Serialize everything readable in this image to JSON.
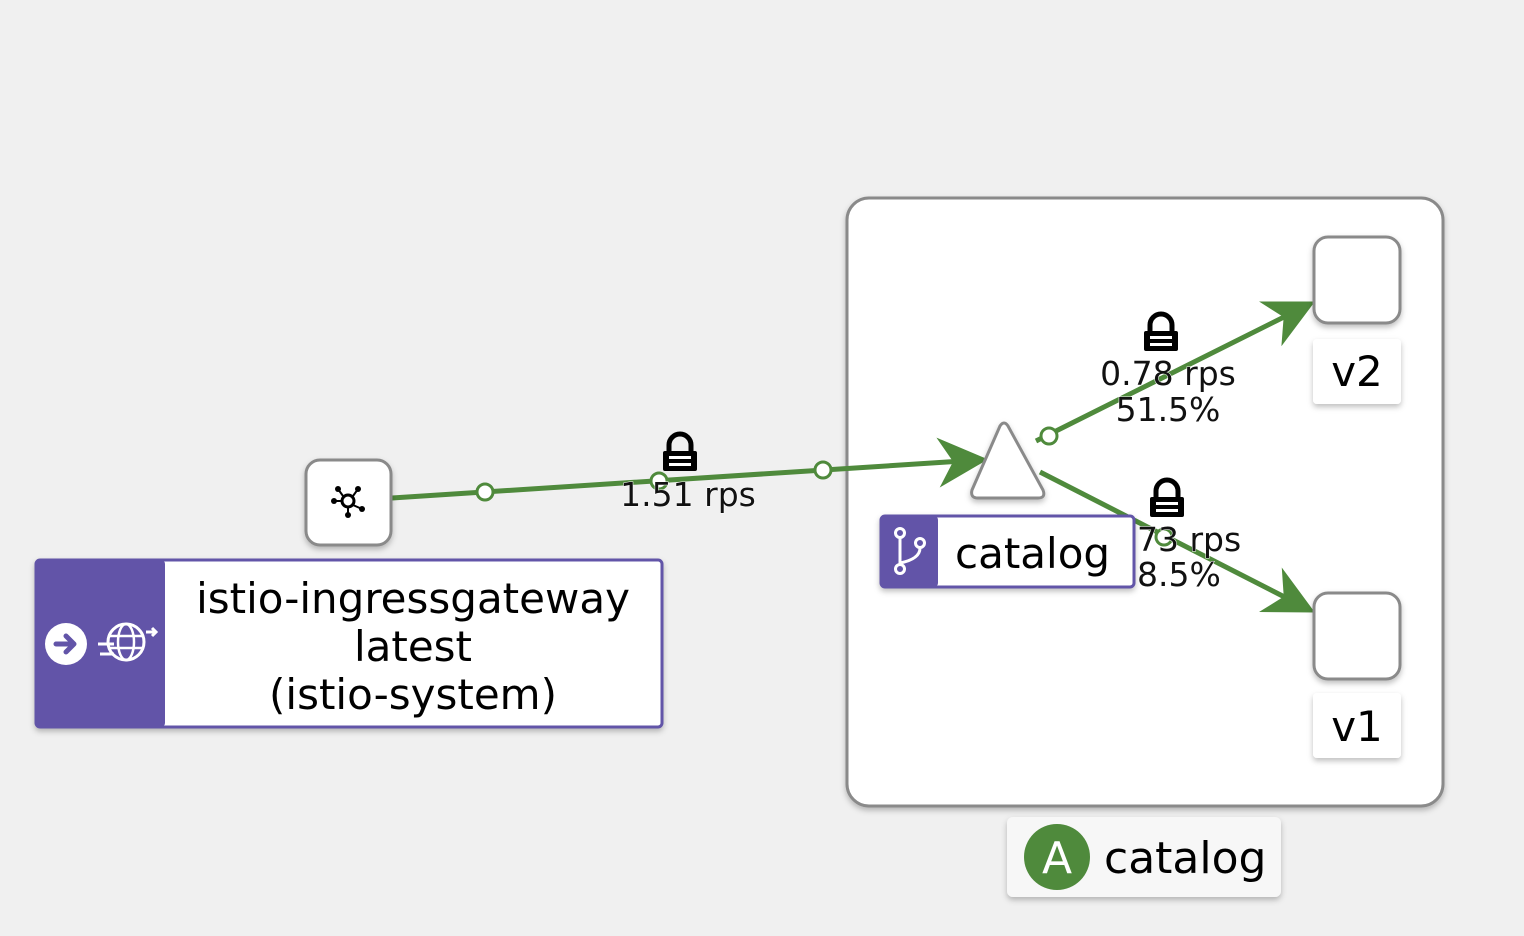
{
  "colors": {
    "edge_green": "#4f8a3c",
    "badge_purple": "#6254a8",
    "app_badge_green": "#4f8a3c",
    "background": "#f0f0f0"
  },
  "gateway_node": {
    "icon": "mesh-gateway-icon",
    "badge_icons": [
      "arrow-right-circle-icon",
      "globe-routing-icon"
    ],
    "label_line1": "istio-ingressgateway",
    "label_line2": "latest",
    "label_line3": "(istio-system)"
  },
  "service_node": {
    "shape": "triangle",
    "badge_icon": "virtual-service-branch-icon",
    "label": "catalog"
  },
  "app_box": {
    "badge_letter": "A",
    "label": "catalog"
  },
  "version_nodes": [
    {
      "label": "v2"
    },
    {
      "label": "v1"
    }
  ],
  "edges": [
    {
      "from": "istio-ingressgateway",
      "to": "catalog",
      "rps": "1.51 rps",
      "percent": "",
      "secure": true,
      "lock_icon": "lock-icon"
    },
    {
      "from": "catalog",
      "to": "v2",
      "rps": "0.78 rps",
      "percent": "51.5%",
      "secure": true,
      "lock_icon": "lock-icon"
    },
    {
      "from": "catalog",
      "to": "v1",
      "rps": "73 rps",
      "percent": "8.5%",
      "secure": true,
      "lock_icon": "lock-icon"
    }
  ]
}
